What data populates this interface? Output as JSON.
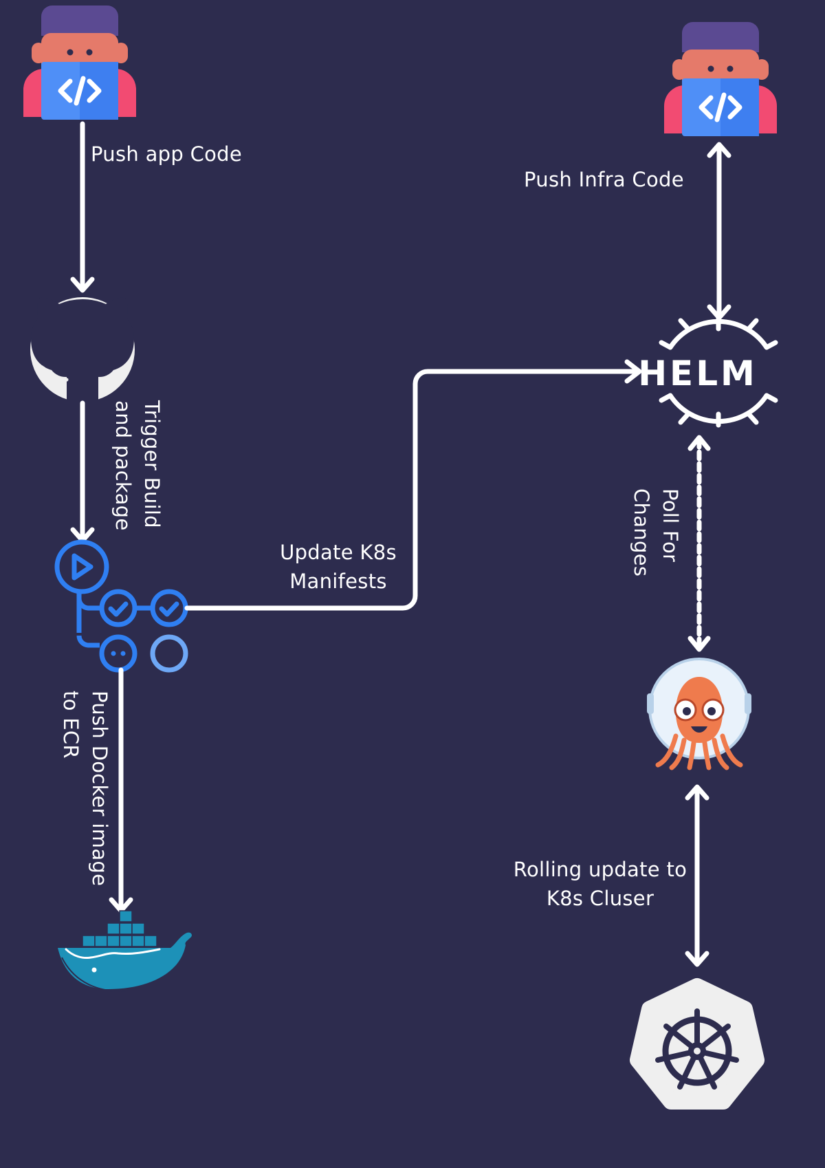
{
  "labels": {
    "push_app_code": "Push app Code",
    "push_infra_code": "Push Infra Code",
    "trigger_build_line1": "Trigger Build",
    "trigger_build_line2": "and package",
    "update_manifests_line1": "Update K8s",
    "update_manifests_line2": "Manifests",
    "poll_changes_line1": "Poll For",
    "poll_changes_line2": "Changes",
    "push_docker_line1": "Push Docker image",
    "push_docker_line2": "to ECR",
    "rolling_update_line1": "Rolling update to",
    "rolling_update_line2": "K8s Cluser"
  },
  "helm": {
    "logo_text": "HELM"
  },
  "icons": {
    "developer_app": "developer-laptop-icon",
    "developer_infra": "developer-laptop-icon",
    "github": "github-icon",
    "github_actions": "github-actions-icon",
    "docker": "docker-whale-icon",
    "helm": "helm-wheel-icon",
    "argocd": "argocd-octopus-icon",
    "kubernetes": "kubernetes-wheel-icon"
  },
  "colors": {
    "background": "#2d2c4e",
    "arrow": "#ffffff",
    "actions_blue": "#2f7ff2",
    "docker_blue": "#1d91b8",
    "argo_orange": "#ef7b4d"
  }
}
